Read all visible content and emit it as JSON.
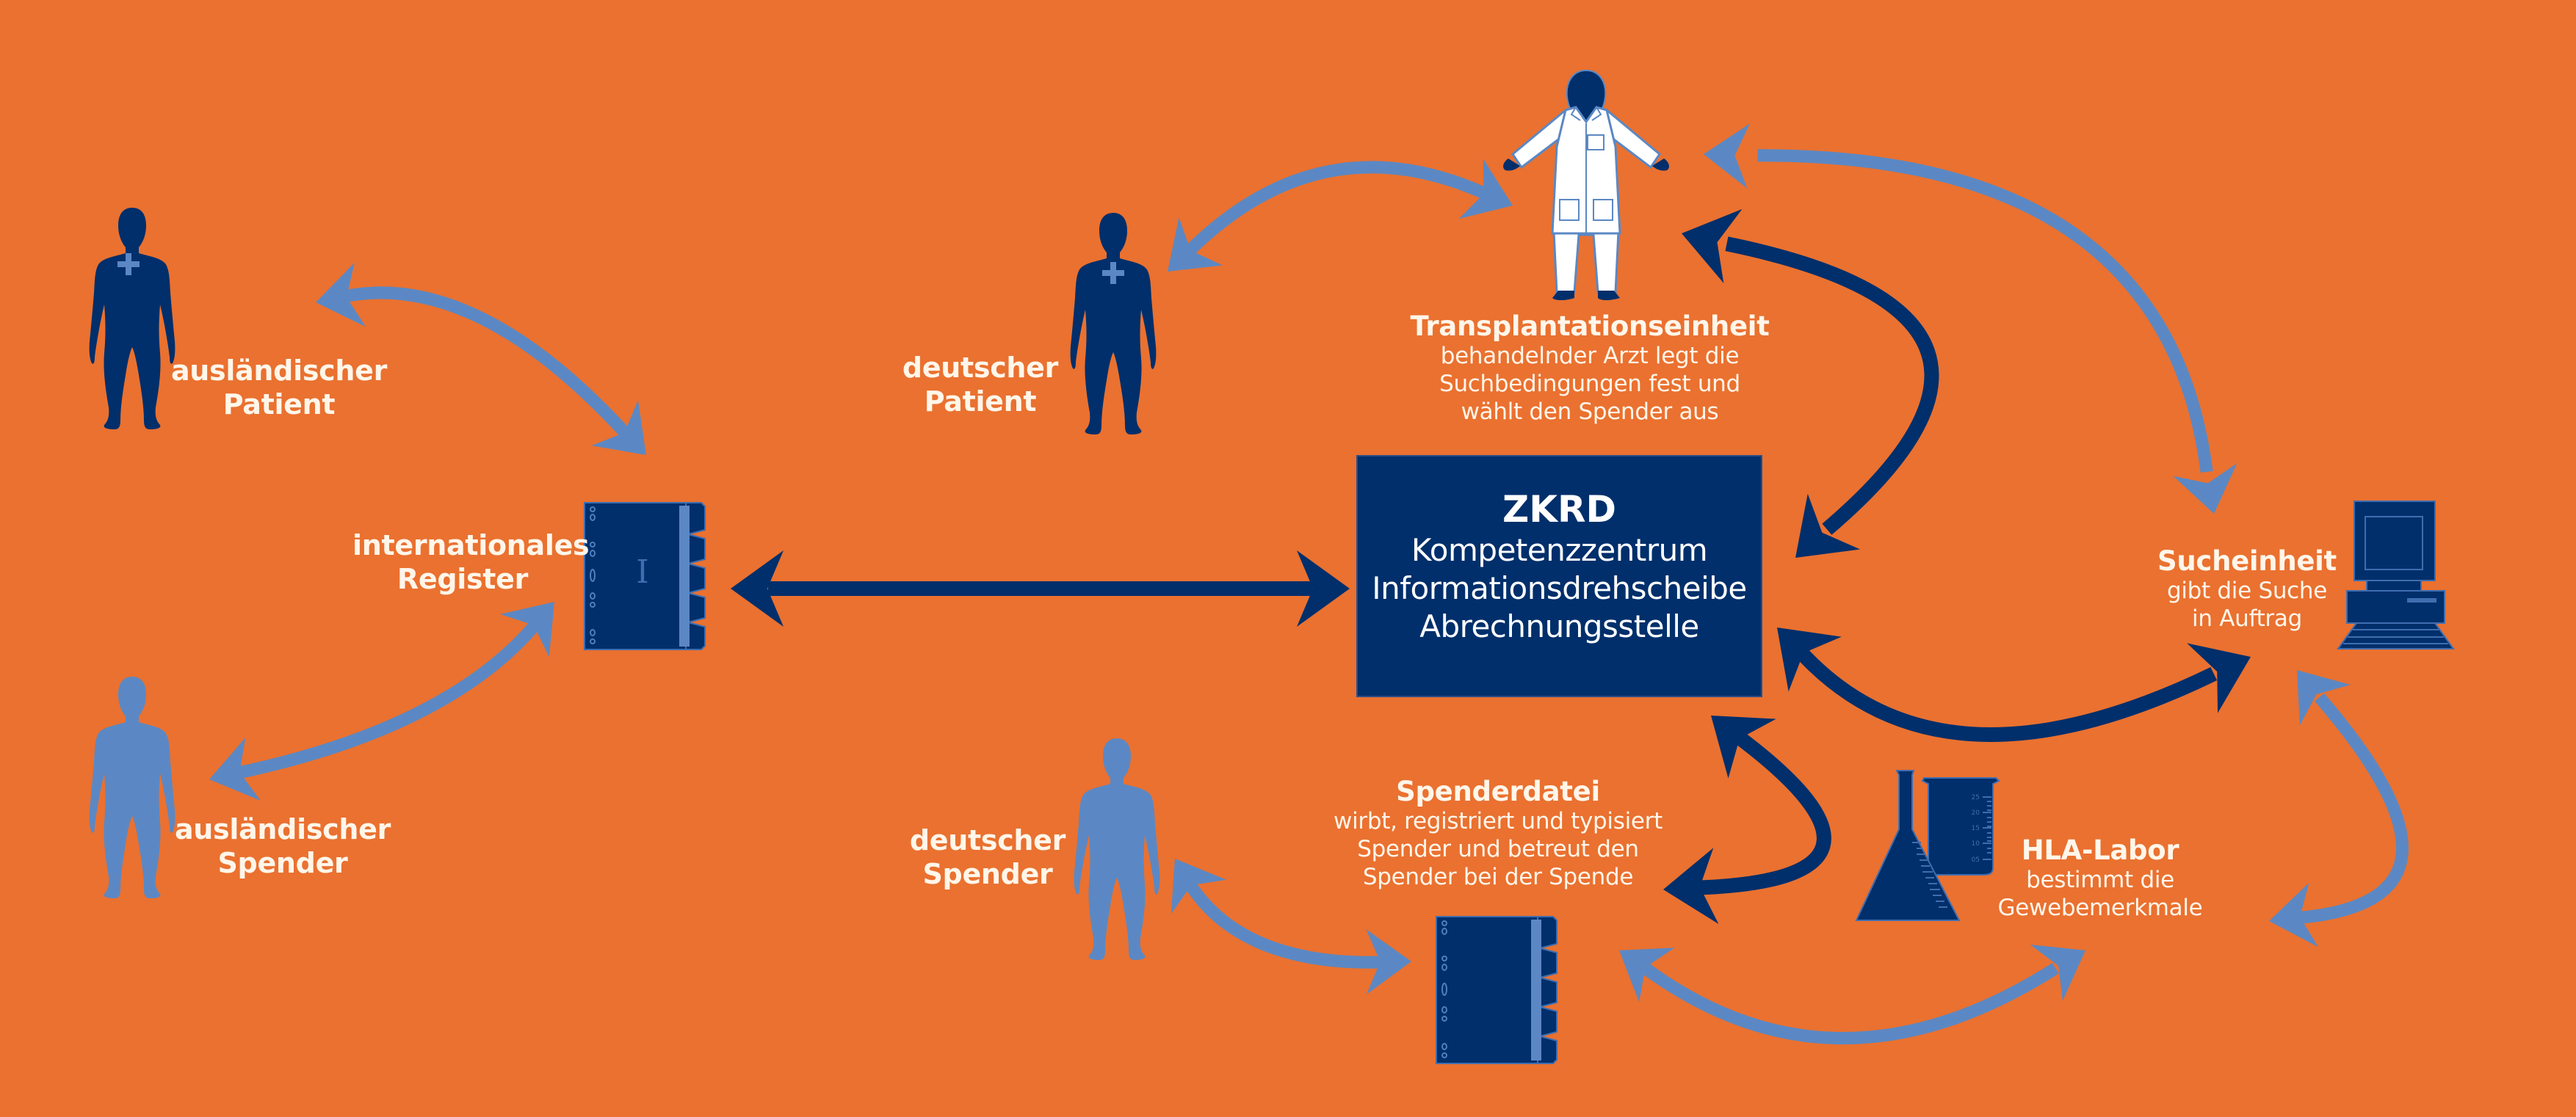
{
  "colors": {
    "background": "#EA7130",
    "dark_blue": "#002F6B",
    "light_blue": "#5B88C4",
    "text": "#FFF6EA",
    "coat": "#FFFFFF"
  },
  "center": {
    "title": "ZKRD",
    "lines": [
      "Kompetenzzentrum",
      "Informationsdrehscheibe",
      "Abrechnungsstelle"
    ]
  },
  "nodes": {
    "foreign_patient": {
      "title_lines": [
        "ausländischer",
        "Patient"
      ],
      "icon": "patient-figure-icon"
    },
    "foreign_donor": {
      "title_lines": [
        "ausländischer",
        "Spender"
      ],
      "icon": "donor-figure-icon"
    },
    "international_register": {
      "title_lines": [
        "internationales",
        "Register"
      ],
      "icon": "binder-icon",
      "binder_letter": "I"
    },
    "german_patient": {
      "title_lines": [
        "deutscher",
        "Patient"
      ],
      "icon": "patient-figure-icon"
    },
    "german_donor": {
      "title_lines": [
        "deutscher",
        "Spender"
      ],
      "icon": "donor-figure-icon"
    },
    "transplant_unit": {
      "title": "Transplantationseinheit",
      "desc": [
        "behandelnder Arzt legt die",
        "Suchbedingungen fest und",
        "wählt den Spender aus"
      ],
      "icon": "doctor-icon"
    },
    "search_unit": {
      "title": "Sucheinheit",
      "desc": [
        "gibt die Suche",
        "in Auftrag"
      ],
      "icon": "computer-icon"
    },
    "donor_file": {
      "title": "Spenderdatei",
      "desc": [
        "wirbt, registriert und typisiert",
        "Spender und betreut den",
        "Spender bei der Spende"
      ],
      "icon": "binder-icon"
    },
    "hla_lab": {
      "title": "HLA-Labor",
      "desc": [
        "bestimmt die",
        "Gewebemerkmale"
      ],
      "icon": "lab-glassware-icon",
      "beaker_scale": [
        "25",
        "20",
        "15",
        "10",
        "05"
      ]
    }
  },
  "connections": [
    {
      "from": "foreign_patient",
      "to": "international_register",
      "style": "light",
      "direction": "both"
    },
    {
      "from": "foreign_donor",
      "to": "international_register",
      "style": "light",
      "direction": "both"
    },
    {
      "from": "international_register",
      "to": "center",
      "style": "dark",
      "direction": "both"
    },
    {
      "from": "german_patient",
      "to": "transplant_unit",
      "style": "light",
      "direction": "both"
    },
    {
      "from": "transplant_unit",
      "to": "center",
      "style": "dark",
      "direction": "both"
    },
    {
      "from": "transplant_unit",
      "to": "search_unit",
      "style": "light",
      "direction": "both"
    },
    {
      "from": "center",
      "to": "search_unit",
      "style": "dark",
      "direction": "both"
    },
    {
      "from": "center",
      "to": "donor_file",
      "style": "dark",
      "direction": "both"
    },
    {
      "from": "search_unit",
      "to": "hla_lab",
      "style": "light",
      "direction": "both"
    },
    {
      "from": "german_donor",
      "to": "donor_file",
      "style": "light",
      "direction": "both"
    },
    {
      "from": "donor_file",
      "to": "hla_lab",
      "style": "light",
      "direction": "both"
    }
  ]
}
